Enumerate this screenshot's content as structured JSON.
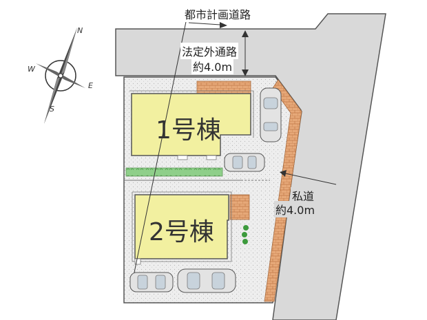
{
  "labels": {
    "city_plan_road": "都市計画道路",
    "north_road_name": "法定外通路",
    "north_road_width": "約4.0m",
    "private_road_name": "私道",
    "private_road_width": "約4.0m",
    "building1": "1号棟",
    "building2": "2号棟"
  },
  "compass": {
    "n": "N",
    "e": "E",
    "s": "S",
    "w": "W"
  },
  "colors": {
    "road": "#d9d9d9",
    "building": "#f2f0a0",
    "lot": "#ececec",
    "hedge": "#8cc98c",
    "paving": "#e0a070",
    "outline": "#555555"
  },
  "icons": [
    "compass-rose-icon",
    "car-icon"
  ]
}
